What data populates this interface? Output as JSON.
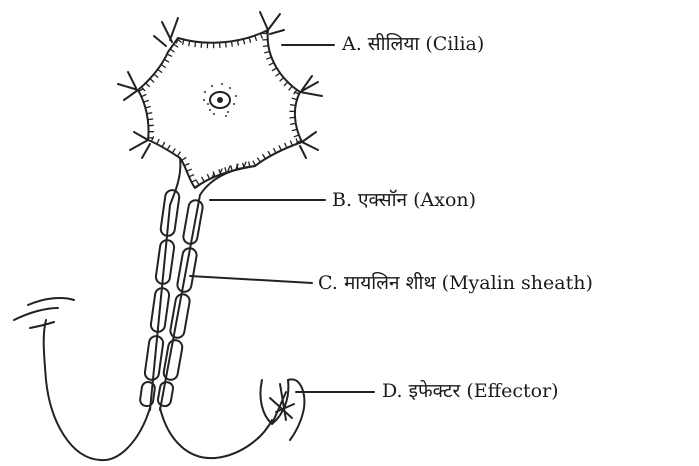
{
  "labels": {
    "a": "A. सीलिया (Cilia)",
    "b": "B. एक्सॉन (Axon)",
    "c": "C. मायलिन शीथ (Myalin sheath)",
    "d": "D. इफेक्टर (Effector)"
  },
  "colors": {
    "ink": "#222222",
    "background": "#ffffff"
  }
}
